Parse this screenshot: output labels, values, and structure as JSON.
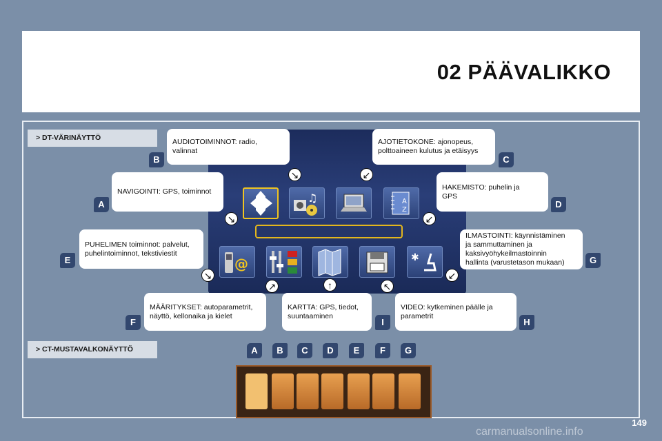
{
  "title": "02 PÄÄVALIKKO",
  "sections": {
    "dt": "> DT-VÄRINÄYTTÖ",
    "ct": "> CT-MUSTAVALKONÄYTTÖ"
  },
  "labels": {
    "B": [
      "AUDIOTOIMINNOT: radio,",
      "valinnat"
    ],
    "C": [
      "AJOTIETOKONE: ajonopeus,",
      "polttoaineen kulutus ja etäisyys"
    ],
    "A": [
      "NAVIGOINTI: GPS, toiminnot"
    ],
    "D": [
      "HAKEMISTO: puhelin ja",
      "GPS"
    ],
    "E": [
      "PUHELIMEN toiminnot: palvelut,",
      "puhelintoiminnot, tekstiviestit"
    ],
    "G": [
      "ILMASTOINTI: käynnistäminen",
      "ja sammuttaminen ja",
      "kaksivyöhykeilmastoinnin",
      "hallinta (varustetason mukaan)"
    ],
    "F": [
      "MÄÄRITYKSET: autoparametrit,",
      "näyttö, kellonaika ja kielet"
    ],
    "I": [
      "KARTTA: GPS, tiedot,",
      "suuntaaminen"
    ],
    "H": [
      "VIDEO: kytkeminen päälle ja",
      "parametrit"
    ]
  },
  "badges": {
    "B": "B",
    "C": "C",
    "A": "A",
    "D": "D",
    "E": "E",
    "G": "G",
    "F": "F",
    "I": "I",
    "H": "H"
  },
  "ct_badges": [
    "A",
    "B",
    "C",
    "D",
    "E",
    "F",
    "G"
  ],
  "page_number": "149",
  "watermark": "carmanualsonline.info",
  "colors": {
    "background": "#7b8fa8",
    "badge": "#32476e",
    "screen": "#1c2c5c",
    "highlight": "#f0c420",
    "ct_screen": "#3a2414"
  }
}
